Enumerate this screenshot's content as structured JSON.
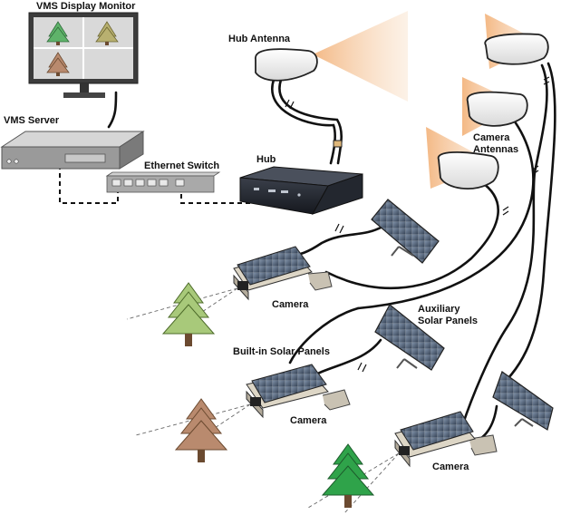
{
  "labels": {
    "vms_monitor": "VMS Display Monitor",
    "vms_server": "VMS Server",
    "ethernet_switch": "Ethernet Switch",
    "hub_antenna": "Hub Antenna",
    "hub": "Hub",
    "camera_antennas_line1": "Camera",
    "camera_antennas_line2": "Antennas",
    "camera_top": "Camera",
    "auxiliary_line1": "Auxiliary",
    "auxiliary_line2": "Solar Panels",
    "built_in_solar": "Built-in Solar Panels",
    "camera_middle": "Camera",
    "camera_bottom": "Camera"
  },
  "colors": {
    "tree_green": "#5fb36a",
    "tree_brown": "#b98a6e",
    "tree_bright_green": "#2fa34a",
    "beam": "#f6c79a",
    "panel_blue": "#3d4f66"
  },
  "icons": [
    "monitor-icon",
    "server-icon",
    "switch-icon",
    "hub-icon",
    "antenna-icon",
    "camera-icon",
    "solar-panel-icon",
    "tree-icon"
  ]
}
